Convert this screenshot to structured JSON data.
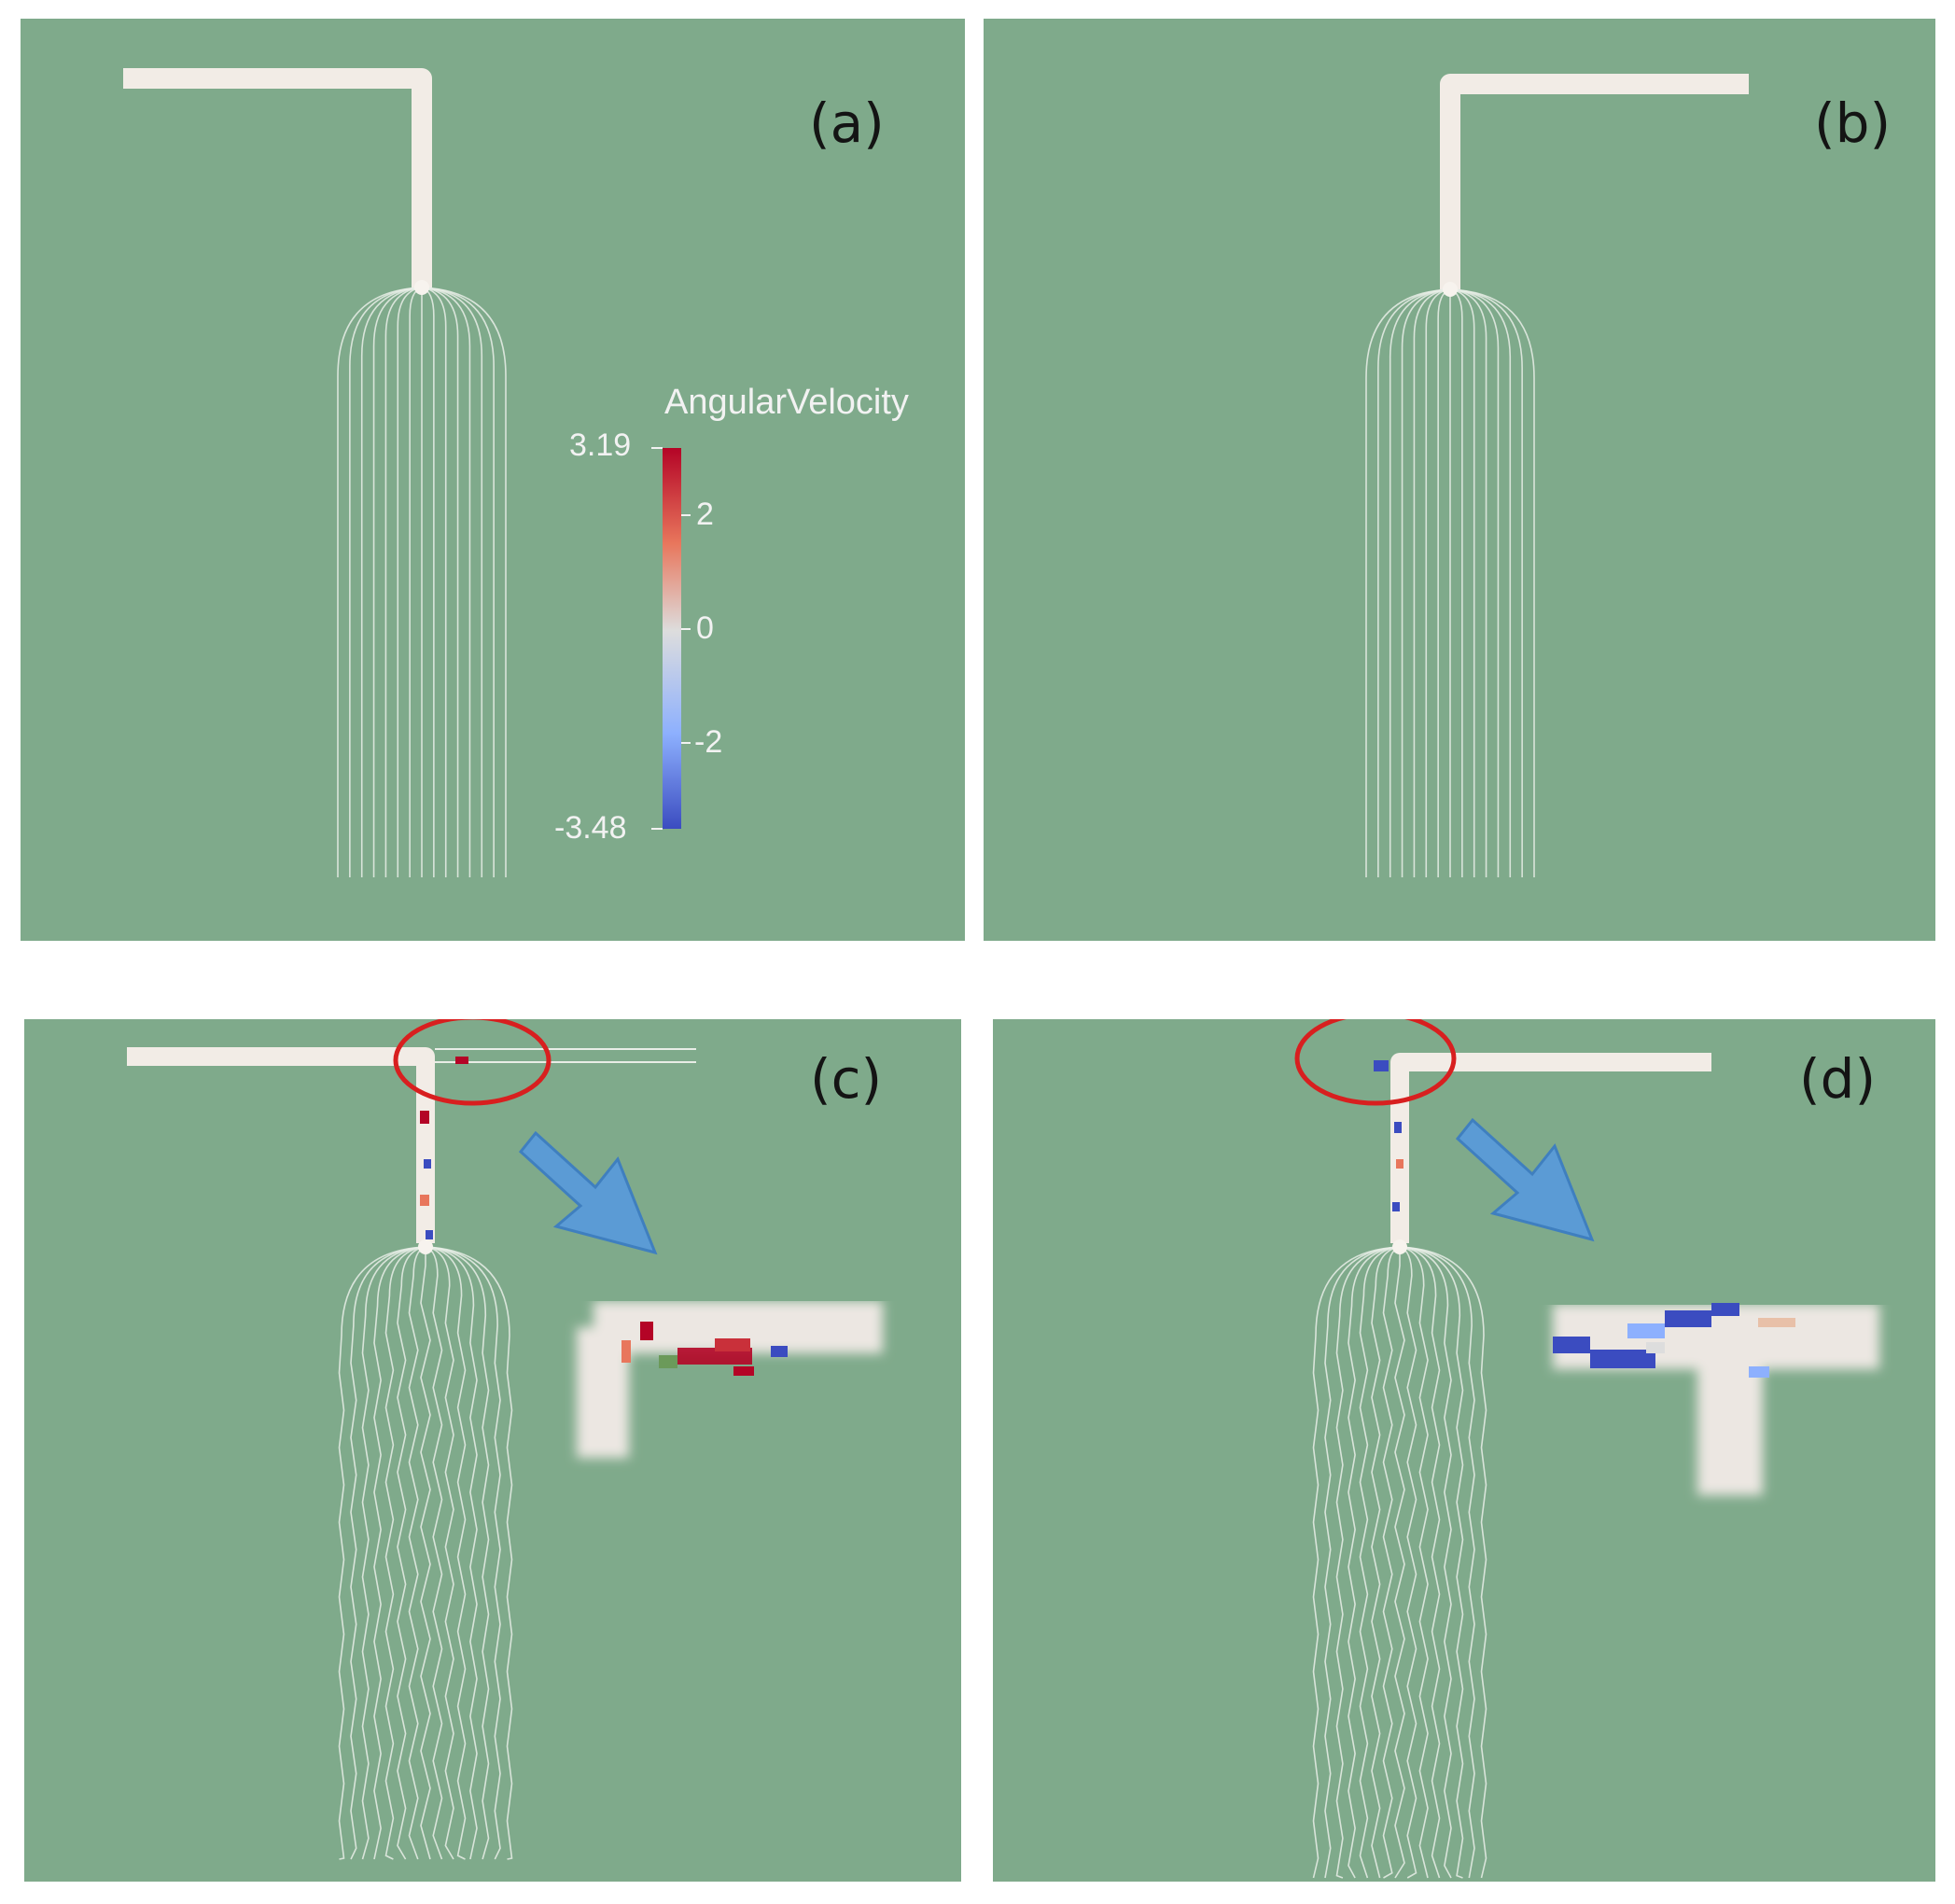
{
  "panels": {
    "a": {
      "label": "(a)"
    },
    "b": {
      "label": "(b)"
    },
    "c": {
      "label": "(c)"
    },
    "d": {
      "label": "(d)"
    }
  },
  "colorbar": {
    "title": "AngularVelocity",
    "max_label": "3.19",
    "tick_2": "2",
    "tick_0": "0",
    "tick_neg2": "-2",
    "min_label": "-3.48",
    "colors": {
      "high": "#b40426",
      "mid": "#dddddd",
      "low": "#3b4cc0"
    }
  },
  "colors": {
    "background": "#7faa8b",
    "streamline": "#f2ece6",
    "highlight_ring": "#d81f1f",
    "arrow": "#5b9bd5"
  }
}
